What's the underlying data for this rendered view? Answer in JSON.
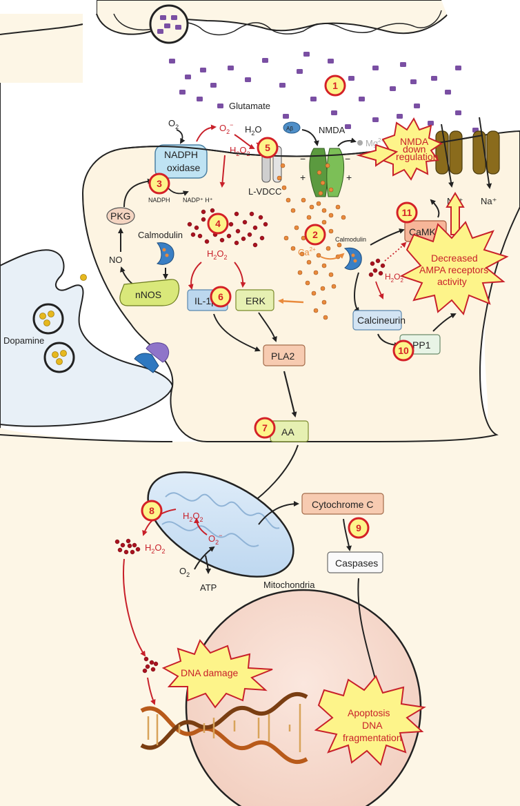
{
  "labels": {
    "glutamate": "Glutamate",
    "o2_top": "O",
    "o2_sub": "2",
    "o2minus": "O",
    "o2minus_sub": "2",
    "o2minus_sup": "−",
    "h2o": "H",
    "h2o_sub": "2",
    "h2o_end": "O",
    "h2o2": "H",
    "h2o2_sub": "2",
    "h2o2_o": "O",
    "h2o2_sub2": "2",
    "abeta": "Aβ",
    "nmda": "NMDA",
    "mg": "Mg",
    "mg_sup": "2+",
    "nadph_oxidase_1": "NADPH",
    "nadph_oxidase_2": "oxidase",
    "nadph": "NADPH",
    "nadp": "NADP⁺  H⁺",
    "lvdcc": "L-VDCC",
    "pkg": "PKG",
    "calmodulin_left": "Calmodulin",
    "no": "NO",
    "nnos": "nNOS",
    "dopamine": "Dopamine",
    "ca": "Ca",
    "ca_sup": "2+",
    "calmodulin_right": "Calmodulin",
    "camkii": "CaMKII",
    "calcineurin": "Calcineurin",
    "pp1": "PP1",
    "na1": "Na⁺",
    "na2": "Na⁺",
    "il1b": "IL-1β",
    "erk": "ERK",
    "pla2": "PLA2",
    "aa": "AA",
    "cytochrome": "Cytochrome C",
    "caspases": "Caspases",
    "atp": "ATP",
    "mitochondria": "Mitochondria",
    "plus": "+",
    "minus": "−"
  },
  "bursts": {
    "nmda_down_1": "NMDA",
    "nmda_down_2": "down",
    "nmda_down_3": "regulation",
    "ampa_1": "Decreased",
    "ampa_2": "AMPA receptors",
    "ampa_3": "activity",
    "dna_damage": "DNA damage",
    "apoptosis_1": "Apoptosis",
    "apoptosis_2": "DNA",
    "apoptosis_3": "fragmentation"
  },
  "steps": [
    "1",
    "2",
    "3",
    "4",
    "5",
    "6",
    "7",
    "8",
    "9",
    "10",
    "11"
  ],
  "colors": {
    "cytoplasm": "#fdf6e6",
    "nucleus": "#f7dcd0",
    "red_arrow": "#c8202a",
    "orange_arrow": "#e98a3c",
    "burst_fill": "#fdf48a",
    "step_fill": "#fdf48a"
  }
}
